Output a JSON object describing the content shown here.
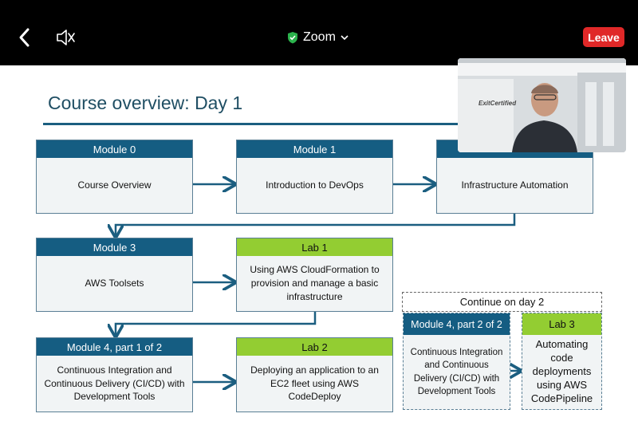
{
  "topbar": {
    "app_title": "Zoom",
    "leave_label": "Leave"
  },
  "slide": {
    "title": "Course overview: Day 1",
    "boxes": {
      "m0": {
        "header": "Module 0",
        "body": "Course Overview"
      },
      "m1": {
        "header": "Module 1",
        "body": "Introduction to DevOps"
      },
      "m2": {
        "header": "",
        "body": "Infrastructure Automation"
      },
      "m3": {
        "header": "Module 3",
        "body": "AWS Toolsets"
      },
      "l1": {
        "header": "Lab 1",
        "body": "Using AWS CloudFormation to provision and manage a basic infrastructure"
      },
      "m4a": {
        "header": "Module 4, part 1 of 2",
        "body": "Continuous Integration and Continuous Delivery (CI/CD) with Development Tools"
      },
      "l2": {
        "header": "Lab 2",
        "body": "Deploying an application to an EC2 fleet using AWS CodeDeploy"
      },
      "m4b": {
        "header": "Module 4, part 2 of 2",
        "body": "Continuous Integration and Continuous Delivery (CI/CD) with Development Tools"
      },
      "l3": {
        "header": "Lab 3",
        "body": "Automating code deployments using AWS CodePipeline"
      }
    },
    "continue_label": "Continue on day 2"
  },
  "webcam": {
    "logo_text": "ExitCertified"
  },
  "colors": {
    "module_header": "#155d82",
    "lab_header": "#93cd32",
    "leave": "#e02828",
    "shield": "#2bb24c"
  }
}
